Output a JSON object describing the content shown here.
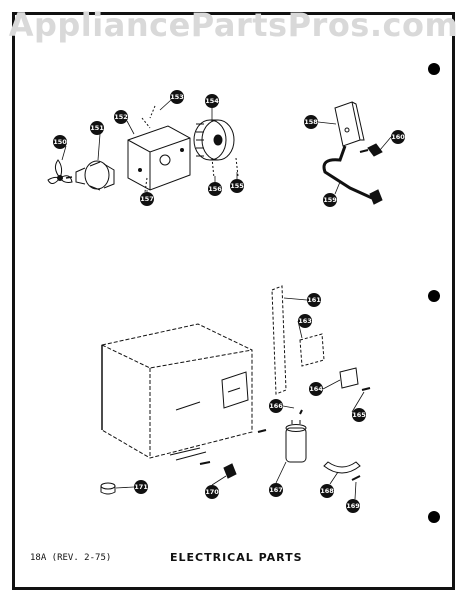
{
  "watermark": "AppliancePartsPros.com",
  "footer": {
    "revision": "18A (REV. 2-75)",
    "title": "ELECTRICAL  PARTS"
  },
  "callouts": {
    "p150": "150",
    "p151": "151",
    "p152": "152",
    "p153": "153",
    "p154": "154",
    "p155": "155",
    "p156": "156",
    "p157": "157",
    "p158": "158",
    "p159": "159",
    "p160": "160",
    "p161": "161",
    "p163": "163",
    "p164": "164",
    "p165": "165",
    "p166": "166",
    "p167": "167",
    "p168": "168",
    "p169": "169",
    "p170": "170",
    "p171": "171"
  },
  "colors": {
    "ink": "#111111",
    "paper": "#ffffff",
    "watermark": "#d9d9d9"
  }
}
